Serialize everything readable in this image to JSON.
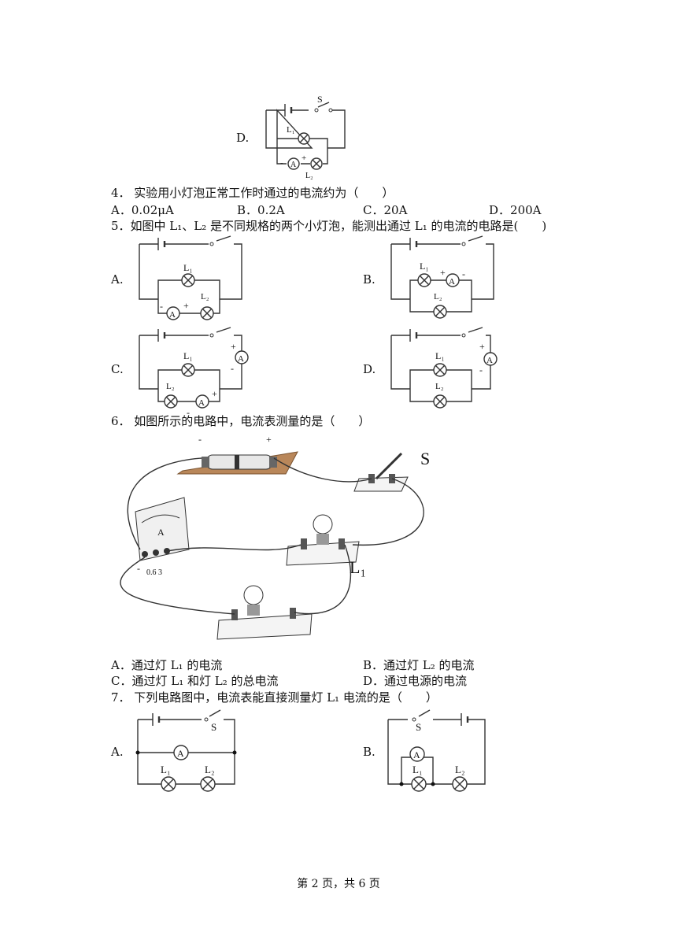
{
  "q3": {
    "option_d_label": "D."
  },
  "q4": {
    "stem": "4． 实验用小灯泡正常工作时通过的电流约为（　　）",
    "options": [
      "A．0.02μA",
      "B．0.2A",
      "C．20A",
      "D．200A"
    ]
  },
  "q5": {
    "stem": "5．如图中 L₁、L₂ 是不同规格的两个小灯泡，能测出通过 L₁ 的电流的电路是(　　)",
    "labels": [
      "A.",
      "B.",
      "C.",
      "D."
    ]
  },
  "q6": {
    "stem": "6． 如图所示的电路中，电流表测量的是（　　）",
    "options": [
      "A．通过灯 L₁ 的电流",
      "B．通过灯 L₂ 的电流",
      "C．通过灯 L₁ 和灯 L₂ 的总电流",
      "D．通过电源的电流"
    ]
  },
  "q7": {
    "stem": "7． 下列电路图中，电流表能直接测量灯 L₁ 电流的是（　　）",
    "labels": [
      "A.",
      "B."
    ]
  },
  "symbols": {
    "switch": "S",
    "ammeter": "A",
    "lamp1": "L₁",
    "lamp2": "L₂",
    "plus": "+",
    "minus": "-",
    "meter_scale": "0.6 3"
  },
  "footer": "第 2 页，共 6 页"
}
